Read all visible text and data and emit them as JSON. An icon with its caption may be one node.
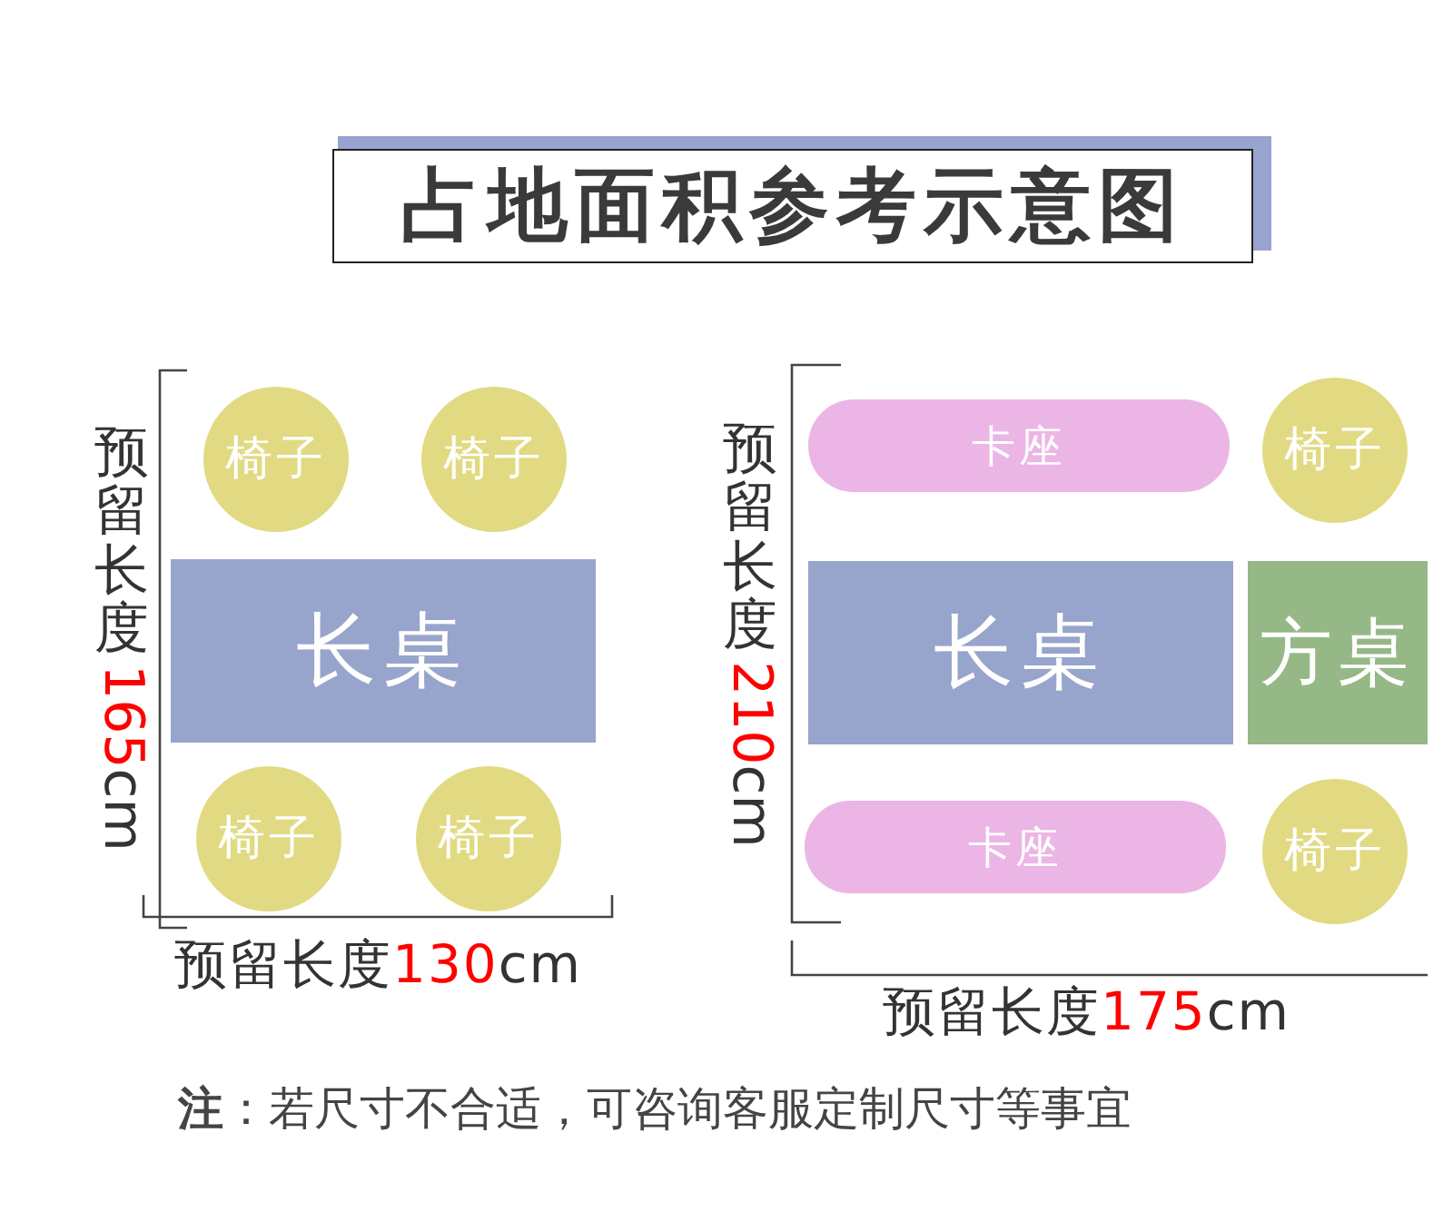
{
  "diagram": {
    "title": "占地面积参考示意图",
    "nodes": [
      {
        "text": [
          "椅子"
        ]
      },
      {
        "text": [
          "椅子"
        ]
      },
      {
        "text": [
          "长桌"
        ]
      },
      {
        "text": [
          "椅子"
        ]
      },
      {
        "text": [
          "椅子"
        ]
      },
      {
        "text": [
          "卡座"
        ]
      },
      {
        "text": [
          "椅子"
        ]
      },
      {
        "text": [
          "长桌"
        ]
      },
      {
        "text": [
          "方桌"
        ]
      },
      {
        "text": [
          "卡座"
        ]
      },
      {
        "text": [
          "椅子"
        ]
      }
    ],
    "edges": [],
    "labels": [
      "预留长度165cm",
      "预留长度130cm",
      "预留长度210cm",
      "预留长度175cm",
      "**注**：若尺寸不合适，可咨询客服定制尺寸等事宜"
    ]
  }
}
